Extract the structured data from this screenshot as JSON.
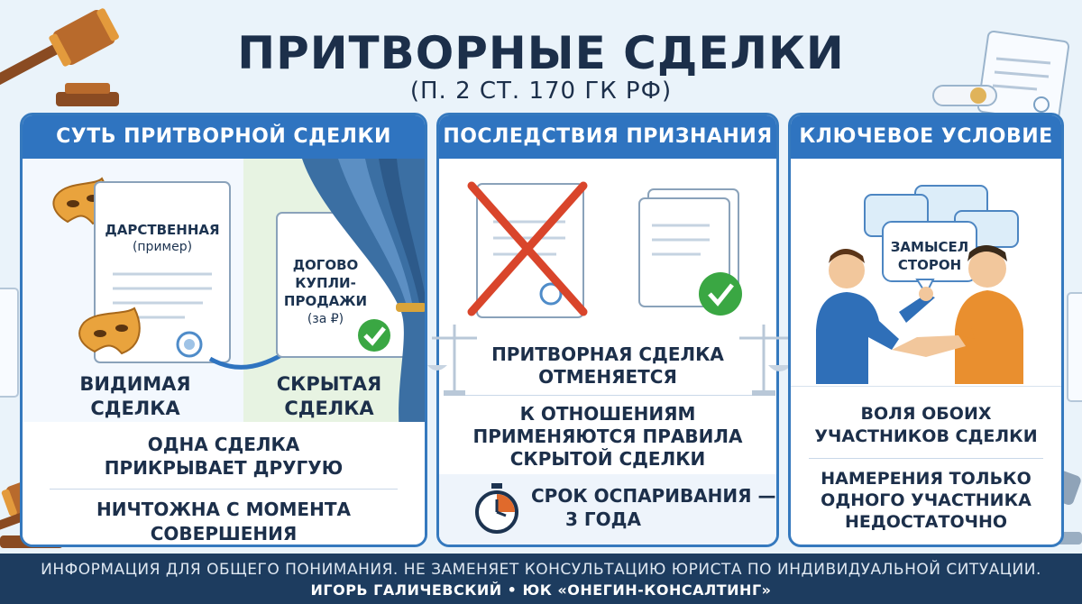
{
  "title": "ПРИТВОРНЫЕ СДЕЛКИ",
  "subtitle": "(П. 2 СТ. 170 ГК РФ)",
  "panels": {
    "essence": {
      "heading": "СУТЬ ПРИТВОРНОЙ СДЕЛКИ",
      "visible_doc_title": "ДАРСТВЕННАЯ",
      "visible_doc_note": "(пример)",
      "hidden_doc_line1": "ДОГОВО",
      "hidden_doc_line2": "КУПЛИ-",
      "hidden_doc_line3": "ПРОДАЖИ",
      "hidden_doc_note": "(за ₽)",
      "visible_caption_1": "ВИДИМАЯ",
      "visible_caption_2": "СДЕЛКА",
      "hidden_caption_1": "СКРЫТАЯ",
      "hidden_caption_2": "СДЕЛКА",
      "statement_1": "ОДНА СДЕЛКА",
      "statement_2": "ПРИКРЫВАЕТ ДРУГУЮ",
      "statement_3": "НИЧТОЖНА С МОМЕНТА СОВЕРШЕНИЯ"
    },
    "consequences": {
      "heading": "ПОСЛЕДСТВИЯ ПРИЗНАНИЯ",
      "text_1a": "ПРИТВОРНАЯ СДЕЛКА",
      "text_1b": "ОТМЕНЯЕТСЯ",
      "text_2a": "К ОТНОШЕНИЯМ",
      "text_2b": "ПРИМЕНЯЮТСЯ ПРАВИЛА",
      "text_2c": "СКРЫТОЙ СДЕЛКИ",
      "term_a": "СРОК ОСПАРИВАНИЯ —",
      "term_b": "3 ГОДА"
    },
    "condition": {
      "heading": "КЛЮЧЕВОЕ УСЛОВИЕ",
      "bubble_1": "ЗАМЫСЕЛ",
      "bubble_2": "СТОРОН",
      "text_1a": "ВОЛЯ ОБОИХ",
      "text_1b": "УЧАСТНИКОВ СДЕЛКИ",
      "text_2a": "НАМЕРЕНИЯ ТОЛЬКО",
      "text_2b": "ОДНОГО УЧАСТНИКА",
      "text_2c": "НЕДОСТАТОЧНО"
    }
  },
  "footer": {
    "line1": "ИНФОРМАЦИЯ ДЛЯ ОБЩЕГО ПОНИМАНИЯ. НЕ ЗАМЕНЯЕТ КОНСУЛЬТАЦИЮ ЮРИСТА ПО ИНДИВИДУАЛЬНОЙ СИТУАЦИИ.",
    "line2": "ИГОРЬ ГАЛИЧЕВСКИЙ • ЮК «ОНЕГИН-КОНСАЛТИНГ»"
  },
  "colors": {
    "header_blue": "#2f74c0",
    "navy": "#1c2f4a",
    "footer_bg": "#1d3c5f",
    "red_cross": "#d9452b",
    "green_check": "#3aa743",
    "mask_orange": "#e9a33d",
    "curtain_blue": "#3b6fa3"
  },
  "icons": [
    "gavel-icon",
    "scroll-icon",
    "mask-icon",
    "curtain-icon",
    "document-icon",
    "cross-icon",
    "check-icon",
    "clock-icon",
    "scales-icon",
    "speech-bubble-icon",
    "handshake-icon"
  ]
}
